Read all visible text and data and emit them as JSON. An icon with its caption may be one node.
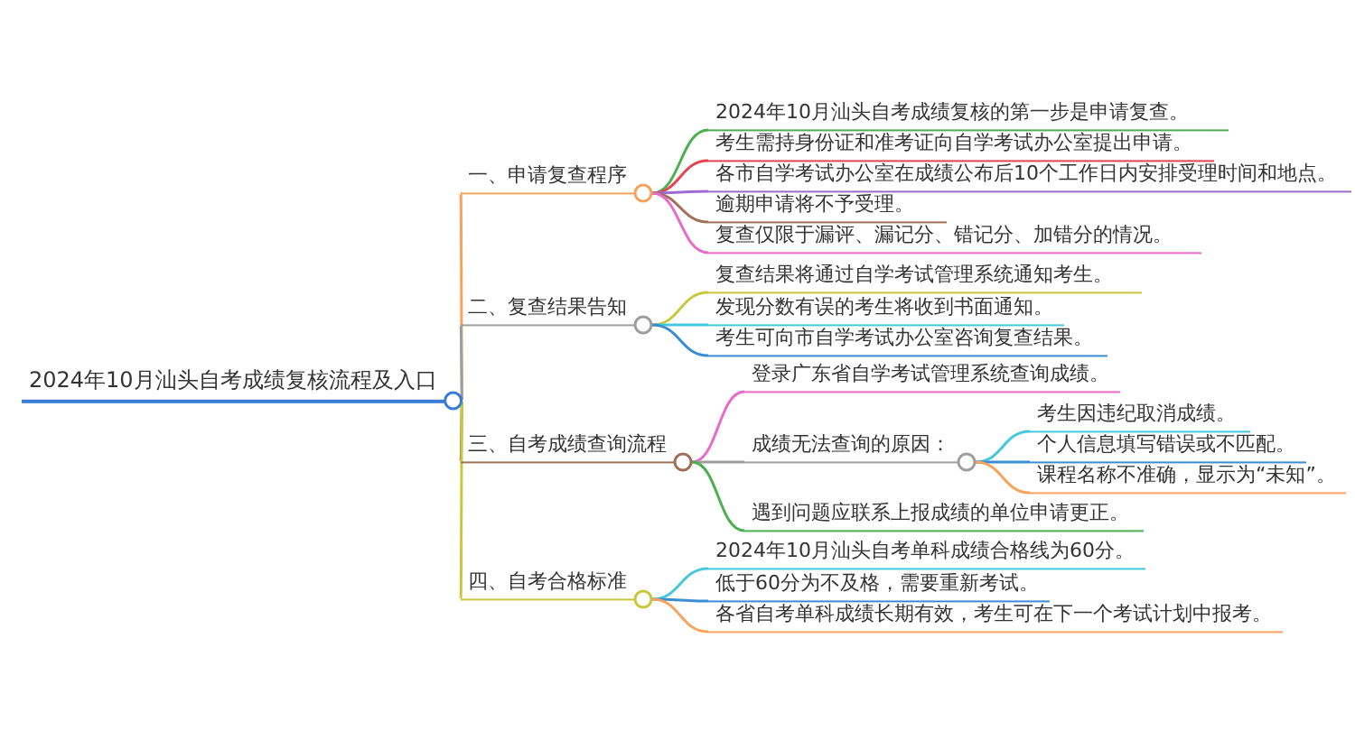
{
  "diagram": {
    "nodes": [
      {
        "text": [
          "2024年10月汕头自考成绩复核流程及入口"
        ]
      },
      {
        "text": [
          "一、申请复查程序"
        ]
      },
      {
        "text": [
          "2024年10月汕头自考成绩复核的第一步是申请复查。"
        ]
      },
      {
        "text": [
          "考生需持身份证和准考证向自学考试办公室提出申请。"
        ]
      },
      {
        "text": [
          "各市自学考试办公室在成绩公布后10个工作日内安排受理时间和地点。"
        ]
      },
      {
        "text": [
          "逾期申请将不予受理。"
        ]
      },
      {
        "text": [
          "复查仅限于漏评、漏记分、错记分、加错分的情况。"
        ]
      },
      {
        "text": [
          "二、复查结果告知"
        ]
      },
      {
        "text": [
          "复查结果将通过自学考试管理系统通知考生。"
        ]
      },
      {
        "text": [
          "发现分数有误的考生将收到书面通知。"
        ]
      },
      {
        "text": [
          "考生可向市自学考试办公室咨询复查结果。"
        ]
      },
      {
        "text": [
          "三、自考成绩查询流程"
        ]
      },
      {
        "text": [
          "登录广东省自学考试管理系统查询成绩。"
        ]
      },
      {
        "text": [
          "成绩无法查询的原因："
        ]
      },
      {
        "text": [
          "考生因违纪取消成绩。"
        ]
      },
      {
        "text": [
          "个人信息填写错误或不匹配。"
        ]
      },
      {
        "text": [
          "课程名称不准确，显示为“未知”。"
        ]
      },
      {
        "text": [
          "遇到问题应联系上报成绩的单位申请更正。"
        ]
      },
      {
        "text": [
          "四、自考合格标准"
        ]
      },
      {
        "text": [
          "2024年10月汕头自考单科成绩合格线为60分。"
        ]
      },
      {
        "text": [
          "低于60分为不及格，需要重新考试。"
        ]
      },
      {
        "text": [
          "各省自考单科成绩长期有效，考生可在下一个考试计划中报考。"
        ]
      }
    ],
    "edges": [
      {
        "from": 0,
        "to": 1,
        "arrow": "none",
        "color": "#f7a35c"
      },
      {
        "from": 1,
        "to": 2,
        "arrow": "none",
        "color": "#4caf50"
      },
      {
        "from": 1,
        "to": 3,
        "arrow": "none",
        "color": "#e5434f"
      },
      {
        "from": 1,
        "to": 4,
        "arrow": "none",
        "color": "#9b6bd1"
      },
      {
        "from": 1,
        "to": 5,
        "arrow": "none",
        "color": "#a0705a"
      },
      {
        "from": 1,
        "to": 6,
        "arrow": "none",
        "color": "#e86bc9"
      },
      {
        "from": 0,
        "to": 7,
        "arrow": "none",
        "color": "#9e9e9e"
      },
      {
        "from": 7,
        "to": 8,
        "arrow": "none",
        "color": "#c8c83c"
      },
      {
        "from": 7,
        "to": 9,
        "arrow": "none",
        "color": "#45c8dc"
      },
      {
        "from": 7,
        "to": 10,
        "arrow": "none",
        "color": "#3a8dd0"
      },
      {
        "from": 0,
        "to": 11,
        "arrow": "none",
        "color": "#a0705a"
      },
      {
        "from": 11,
        "to": 12,
        "arrow": "none",
        "color": "#e86bc9"
      },
      {
        "from": 11,
        "to": 13,
        "arrow": "none",
        "color": "#9e9e9e"
      },
      {
        "from": 13,
        "to": 14,
        "arrow": "none",
        "color": "#45c8dc"
      },
      {
        "from": 13,
        "to": 15,
        "arrow": "none",
        "color": "#3a8dd0"
      },
      {
        "from": 13,
        "to": 16,
        "arrow": "none",
        "color": "#f7a35c"
      },
      {
        "from": 11,
        "to": 17,
        "arrow": "none",
        "color": "#4caf50"
      },
      {
        "from": 0,
        "to": 18,
        "arrow": "none",
        "color": "#c8c83c"
      },
      {
        "from": 18,
        "to": 19,
        "arrow": "none",
        "color": "#45c8dc"
      },
      {
        "from": 18,
        "to": 20,
        "arrow": "none",
        "color": "#3a8dd0"
      },
      {
        "from": 18,
        "to": 21,
        "arrow": "none",
        "color": "#f7a35c"
      }
    ]
  }
}
